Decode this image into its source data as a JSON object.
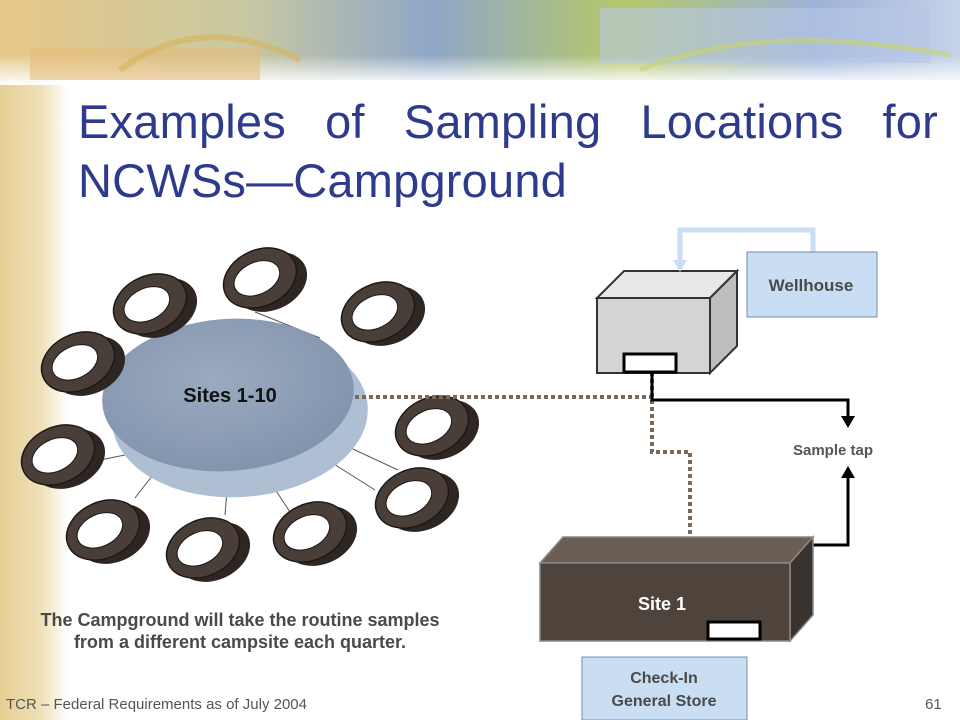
{
  "slide": {
    "title": "Examples of Sampling Locations for NCWSs—Campground",
    "caption": "The Campground will take the routine samples from a different campsite each quarter.",
    "footer_left": "TCR – Federal Requirements as of July 2004",
    "page_number": "61"
  },
  "diagram": {
    "sites_label": "Sites 1-10",
    "wellhouse_label": "Wellhouse",
    "sample_tap_label": "Sample tap",
    "site1_label": "Site 1",
    "store_label_line1": "Check-In",
    "store_label_line2": "General Store"
  },
  "colors": {
    "title": "#2E3A8C",
    "label_box_fill": "#C9DDF3",
    "site_block": "#4E443C",
    "disk": "#8C9DB3",
    "tire": "#3E3530"
  }
}
